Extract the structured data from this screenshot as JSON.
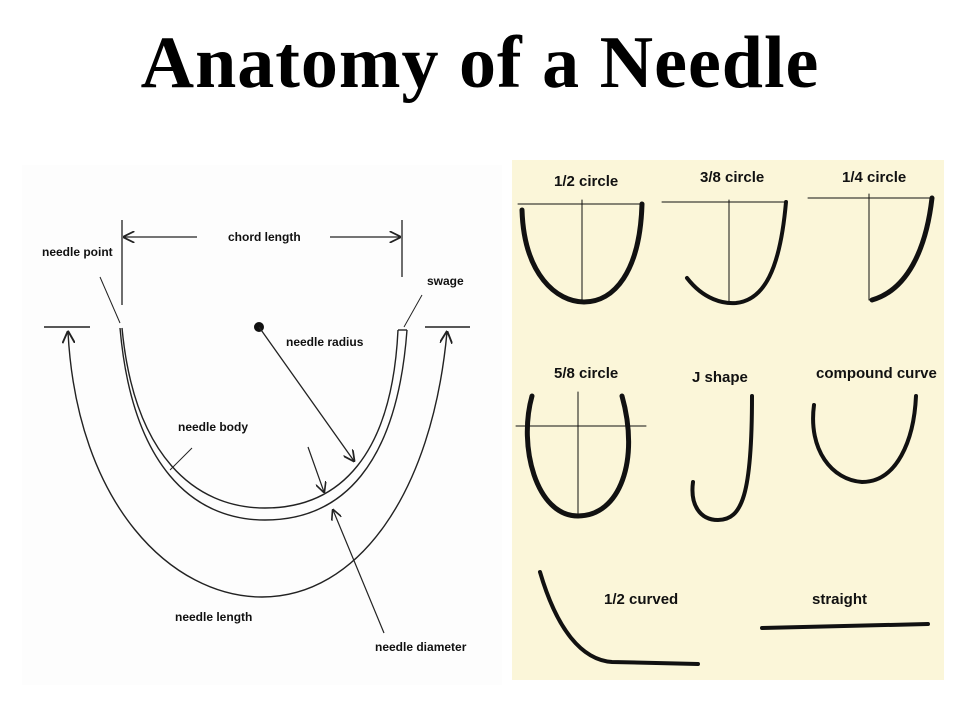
{
  "title": "Anatomy of a Needle",
  "anatomy": {
    "needle_point": "needle point",
    "chord_length": "chord length",
    "swage": "swage",
    "needle_radius": "needle radius",
    "needle_body": "needle body",
    "needle_length": "needle length",
    "needle_diameter": "needle diameter"
  },
  "shapes": [
    {
      "id": "half-circle",
      "label": "1/2 circle"
    },
    {
      "id": "three-eighths-circle",
      "label": "3/8  circle"
    },
    {
      "id": "quarter-circle",
      "label": "1/4  circle"
    },
    {
      "id": "five-eighths-circle",
      "label": "5/8  circle"
    },
    {
      "id": "j-shape",
      "label": "J  shape"
    },
    {
      "id": "compound-curve",
      "label": "compound curve"
    },
    {
      "id": "half-curved",
      "label": "1/2  curved"
    },
    {
      "id": "straight",
      "label": "straight"
    }
  ],
  "colors": {
    "left_bg": "#fdfdfd",
    "right_bg": "#fbf6d9",
    "ink": "#111111"
  }
}
